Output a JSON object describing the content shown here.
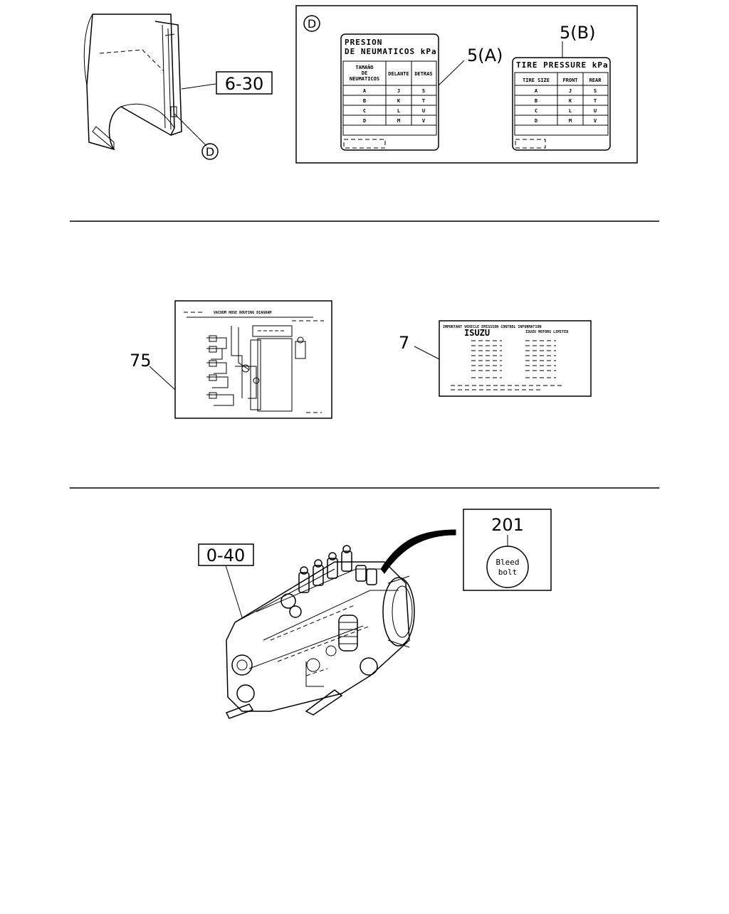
{
  "callouts": {
    "ref_6_30": "6-30",
    "detail_d": "D",
    "part_5a": "5(A)",
    "part_5b": "5(B)",
    "part_75": "75",
    "part_7": "7",
    "ref_0_40": "0-40",
    "part_201": "201"
  },
  "label_5a": {
    "title_line1": "PRESION",
    "title_line2": "DE NEUMATICOS kPa",
    "headers": [
      "TAMAÑO DE NEUMATICOS",
      "DELANTE",
      "DETRAS"
    ],
    "header_line1": "TAMAÑO",
    "header_line2": "DE",
    "header_line3": "NEUMATICOS",
    "rows": [
      [
        "A",
        "J",
        "S"
      ],
      [
        "B",
        "K",
        "T"
      ],
      [
        "C",
        "L",
        "U"
      ],
      [
        "D",
        "M",
        "V"
      ]
    ]
  },
  "label_5b": {
    "title": "TIRE PRESSURE kPa",
    "headers": [
      "TIRE SIZE",
      "FRONT",
      "REAR"
    ],
    "rows": [
      [
        "A",
        "J",
        "S"
      ],
      [
        "B",
        "K",
        "T"
      ],
      [
        "C",
        "L",
        "U"
      ],
      [
        "D",
        "M",
        "V"
      ]
    ]
  },
  "label_75": {
    "title": "VACUUM HOSE ROUTING DIAGRAM"
  },
  "label_7": {
    "header": "IMPORTANT VEHICLE EMISSION CONTROL INFORMATION",
    "brand": "ISUZU",
    "maker": "ISUZU MOTORS LIMITED"
  },
  "bleed_bolt": {
    "line1": "Bleed",
    "line2": "bolt"
  }
}
